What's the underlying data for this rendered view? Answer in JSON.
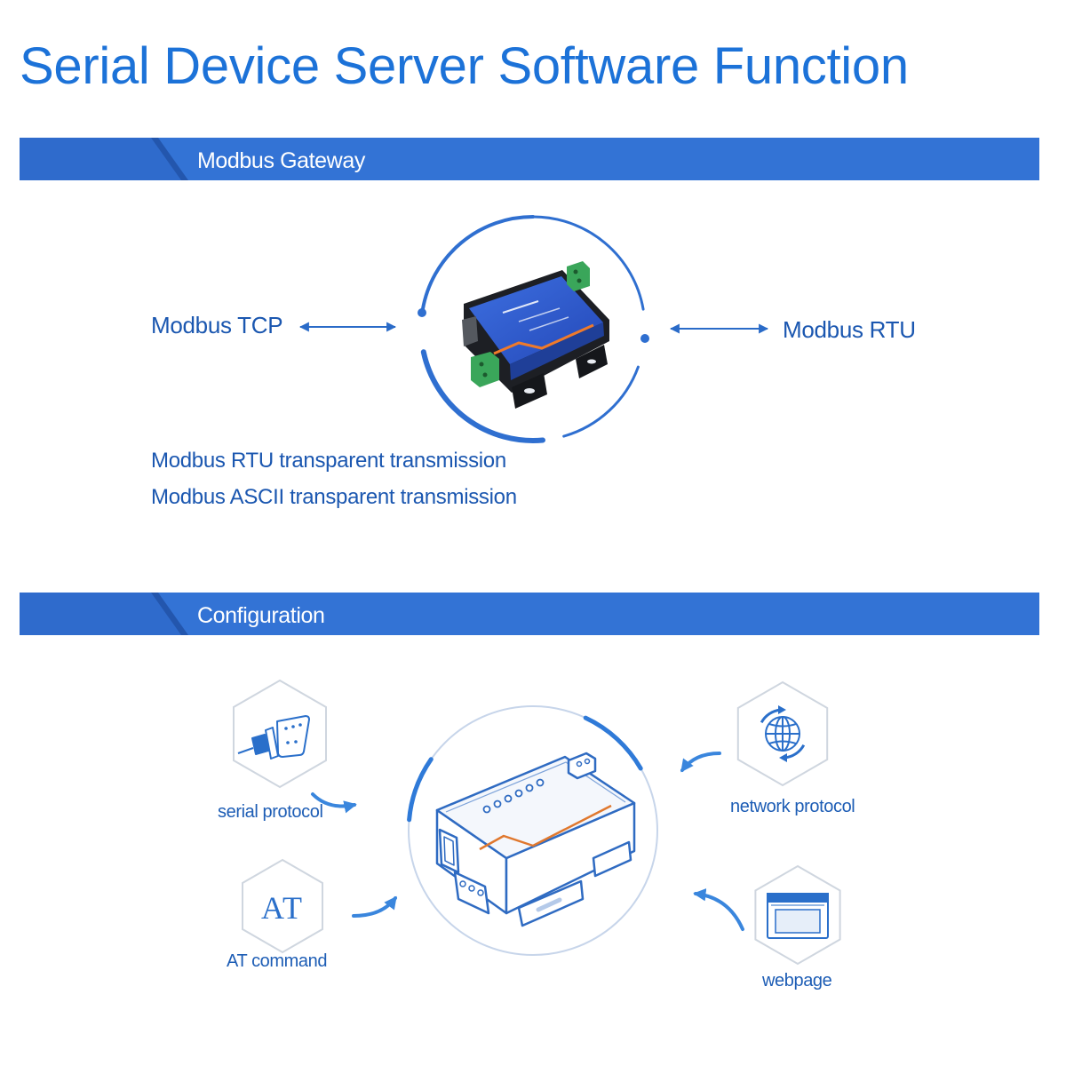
{
  "page": {
    "title": "Serial Device Server Software Function"
  },
  "modbus_gateway": {
    "heading": "Modbus Gateway",
    "left_protocol": "Modbus TCP",
    "right_protocol": "Modbus RTU",
    "features": [
      "Modbus RTU transparent transmission",
      "Modbus ASCII transparent transmission"
    ],
    "device_icon": "serial-device-server-photo"
  },
  "configuration": {
    "heading": "Configuration",
    "methods": [
      {
        "label": "serial protocol",
        "icon": "serial-port-icon"
      },
      {
        "label": "network protocol",
        "icon": "globe-icon"
      },
      {
        "label": "AT command",
        "icon": "at-command-icon",
        "icon_text": "AT"
      },
      {
        "label": "webpage",
        "icon": "webpage-icon"
      }
    ],
    "device_icon": "serial-device-server-outline"
  },
  "colors": {
    "title": "#1c72d8",
    "banner": "#3373d5",
    "text": "#1b57b0",
    "accent": "#2f7ad8",
    "device_trace": "#f07a2a"
  }
}
